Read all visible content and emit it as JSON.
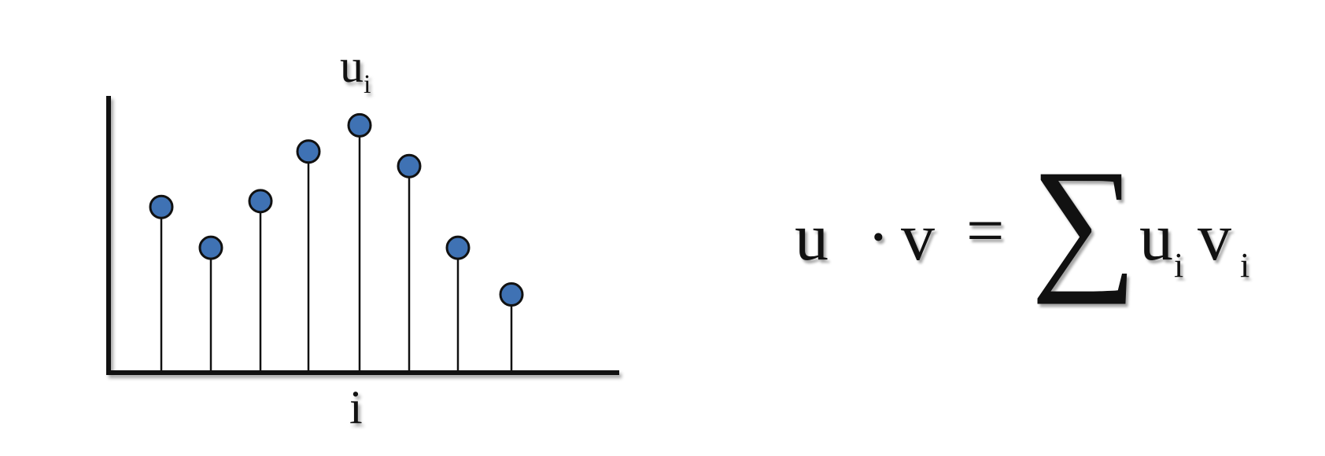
{
  "stem_plot": {
    "y_label_main": "u",
    "y_label_sub": "i",
    "x_label": "i",
    "values": [
      0.56,
      0.42,
      0.58,
      0.75,
      0.84,
      0.7,
      0.42,
      0.26
    ],
    "marker_color": "#3f72b4",
    "marker_edge_color": "#111111",
    "axis_color": "#111111"
  },
  "equation": {
    "lhs_u": "u",
    "dot": "·",
    "lhs_v": "v",
    "equals": "=",
    "sigma": "∑",
    "term_u": "u",
    "sub_u": "i",
    "term_v": "v",
    "sub_v": "i"
  }
}
